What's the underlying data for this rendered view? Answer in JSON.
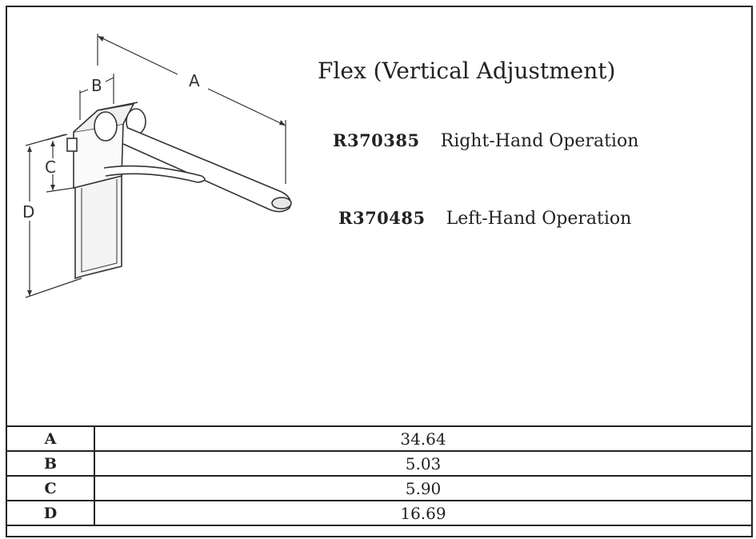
{
  "title": "Flex (Vertical Adjustment)",
  "parts": [
    {
      "code": "R370385",
      "description": "Right-Hand Operation"
    },
    {
      "code": "R370485",
      "description": "Left-Hand Operation"
    }
  ],
  "drawing_labels": {
    "a": "A",
    "b": "B",
    "c": "C",
    "d": "D"
  },
  "dimensions": [
    {
      "label": "A",
      "value": "34.64"
    },
    {
      "label": "B",
      "value": "5.03"
    },
    {
      "label": "C",
      "value": "5.90"
    },
    {
      "label": "D",
      "value": "16.69"
    }
  ]
}
